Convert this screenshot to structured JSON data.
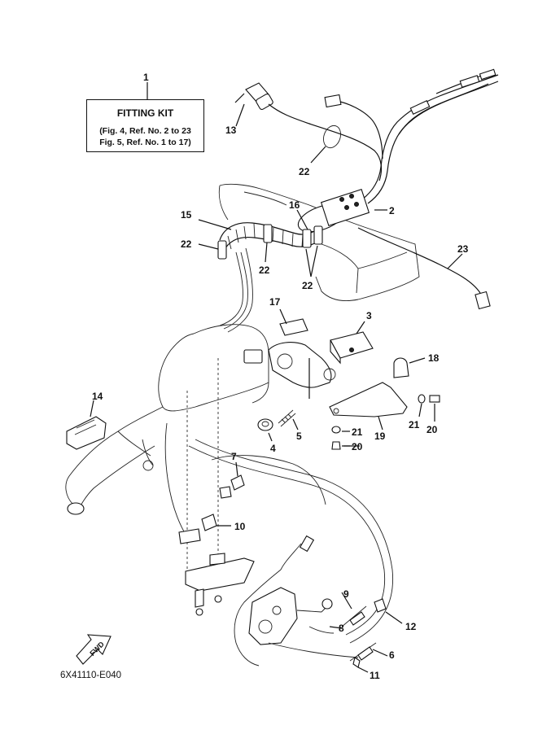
{
  "fitting_kit": {
    "title": "FITTING KIT",
    "line1": "(Fig. 4, Ref. No. 2 to 23",
    "line2": "Fig. 5, Ref. No. 1 to 17)"
  },
  "drawing_code": "6X41110-E040",
  "fwd_label": "FWD",
  "callouts": {
    "c1": "1",
    "c2": "2",
    "c3": "3",
    "c4": "4",
    "c5": "5",
    "c6": "6",
    "c7": "7",
    "c8": "8",
    "c9": "9",
    "c10": "10",
    "c11": "11",
    "c12": "12",
    "c13": "13",
    "c14": "14",
    "c15": "15",
    "c16": "16",
    "c17": "17",
    "c18": "18",
    "c19": "19",
    "c20a": "20",
    "c20b": "20",
    "c21a": "21",
    "c21b": "21",
    "c22a": "22",
    "c22b": "22",
    "c22c": "22",
    "c22d": "22",
    "c23": "23"
  }
}
